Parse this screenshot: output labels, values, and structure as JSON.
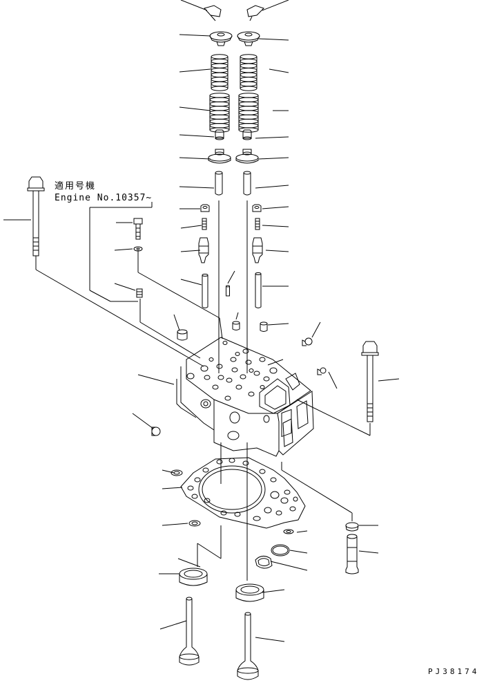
{
  "applicability_note": {
    "japanese": "適用号機",
    "english": "Engine No.10357~"
  },
  "drawing_code": "PJ38174"
}
